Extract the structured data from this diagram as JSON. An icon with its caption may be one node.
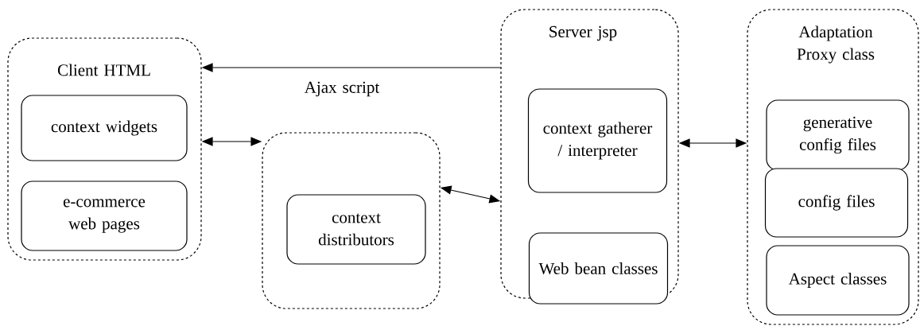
{
  "diagram": {
    "nodes": [
      {
        "text": [
          "Client HTML"
        ]
      },
      {
        "text": [
          "context widgets"
        ],
        "in": 0
      },
      {
        "text": [
          "e-commerce web pages"
        ],
        "in": 0
      },
      {
        "text": [
          "Ajax script"
        ]
      },
      {
        "text": [
          "context distributors"
        ],
        "in": 3
      },
      {
        "text": [
          "Server jsp"
        ]
      },
      {
        "text": [
          "context gatherer / interpreter"
        ],
        "in": 5
      },
      {
        "text": [
          "Web bean classes"
        ],
        "in": 5
      },
      {
        "text": [
          "Adaptation Proxy class"
        ]
      },
      {
        "text": [
          "generative config files"
        ],
        "in": 8
      },
      {
        "text": [
          "config files"
        ],
        "in": 8
      },
      {
        "text": [
          "Aspect classes"
        ],
        "in": 8
      }
    ],
    "edges": [
      {
        "from": 5,
        "to": 0,
        "arrow": "to"
      },
      {
        "from": 0,
        "to": 3,
        "arrow": "both"
      },
      {
        "from": 3,
        "to": 5,
        "arrow": "both"
      },
      {
        "from": 5,
        "to": 8,
        "arrow": "both"
      }
    ]
  }
}
